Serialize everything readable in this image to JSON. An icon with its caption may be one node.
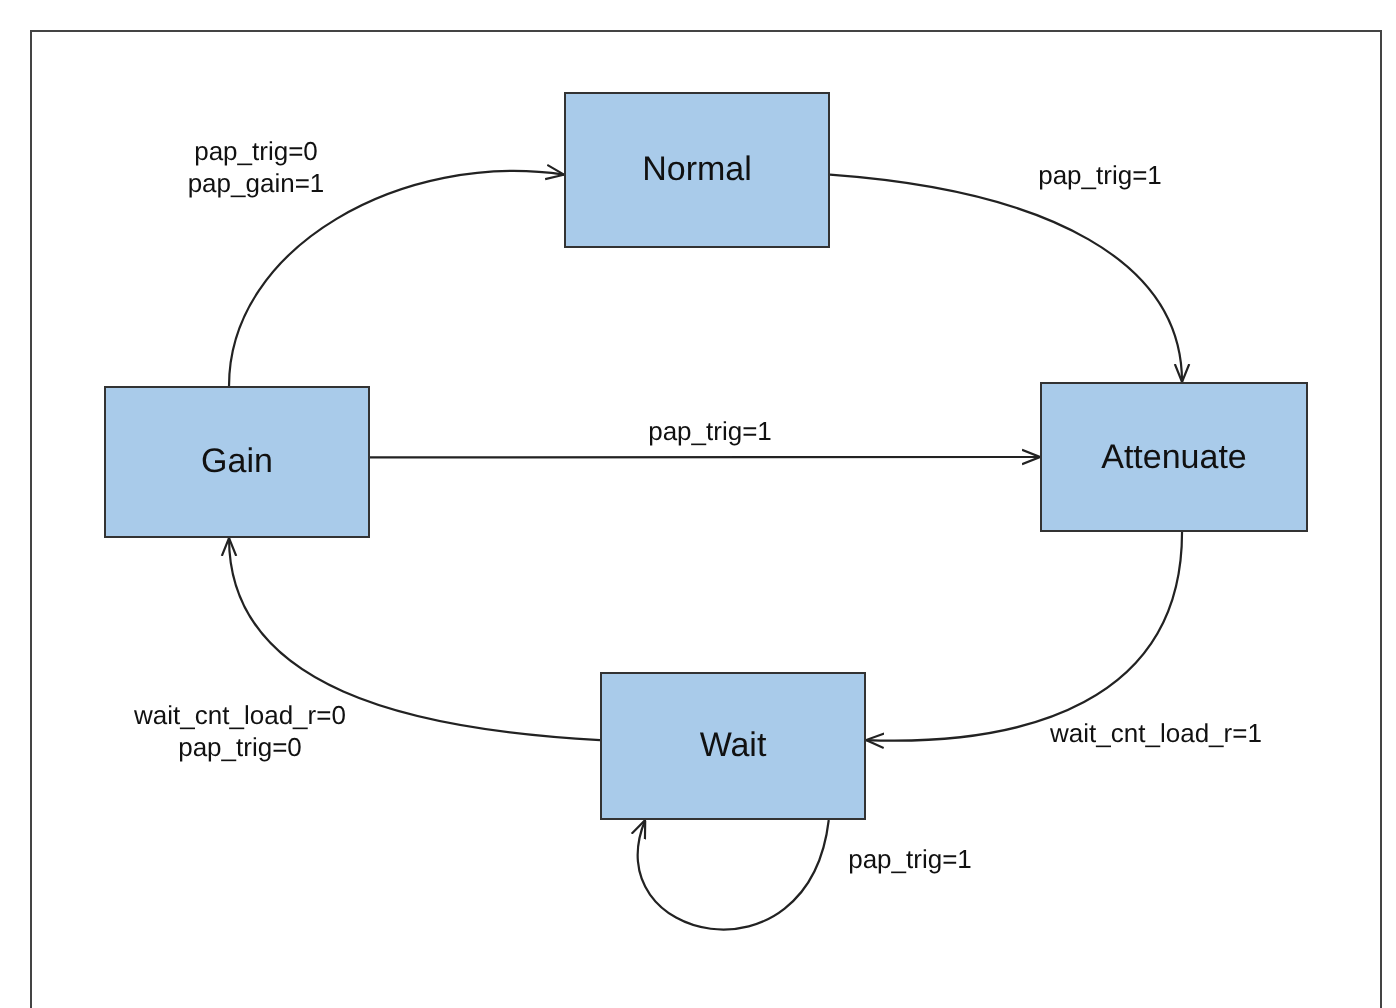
{
  "diagram": {
    "nodes": [
      {
        "text": [
          "Normal"
        ]
      },
      {
        "text": [
          "Attenuate"
        ]
      },
      {
        "text": [
          "Wait"
        ]
      },
      {
        "text": [
          "Gain"
        ]
      }
    ],
    "edges": [
      {
        "from": 3,
        "to": 0,
        "arrow": "to",
        "label": "pap_trig=0 pap_gain=1"
      },
      {
        "from": 0,
        "to": 1,
        "arrow": "to",
        "label": "pap_trig=1"
      },
      {
        "from": 3,
        "to": 1,
        "arrow": "to",
        "label": "pap_trig=1"
      },
      {
        "from": 1,
        "to": 2,
        "arrow": "to",
        "label": "wait_cnt_load_r=1"
      },
      {
        "from": 2,
        "to": 3,
        "arrow": "to",
        "label": "wait_cnt_load_r=0 pap_trig=0"
      },
      {
        "from": 2,
        "to": 2,
        "arrow": "to",
        "label": "pap_trig=1"
      }
    ]
  }
}
